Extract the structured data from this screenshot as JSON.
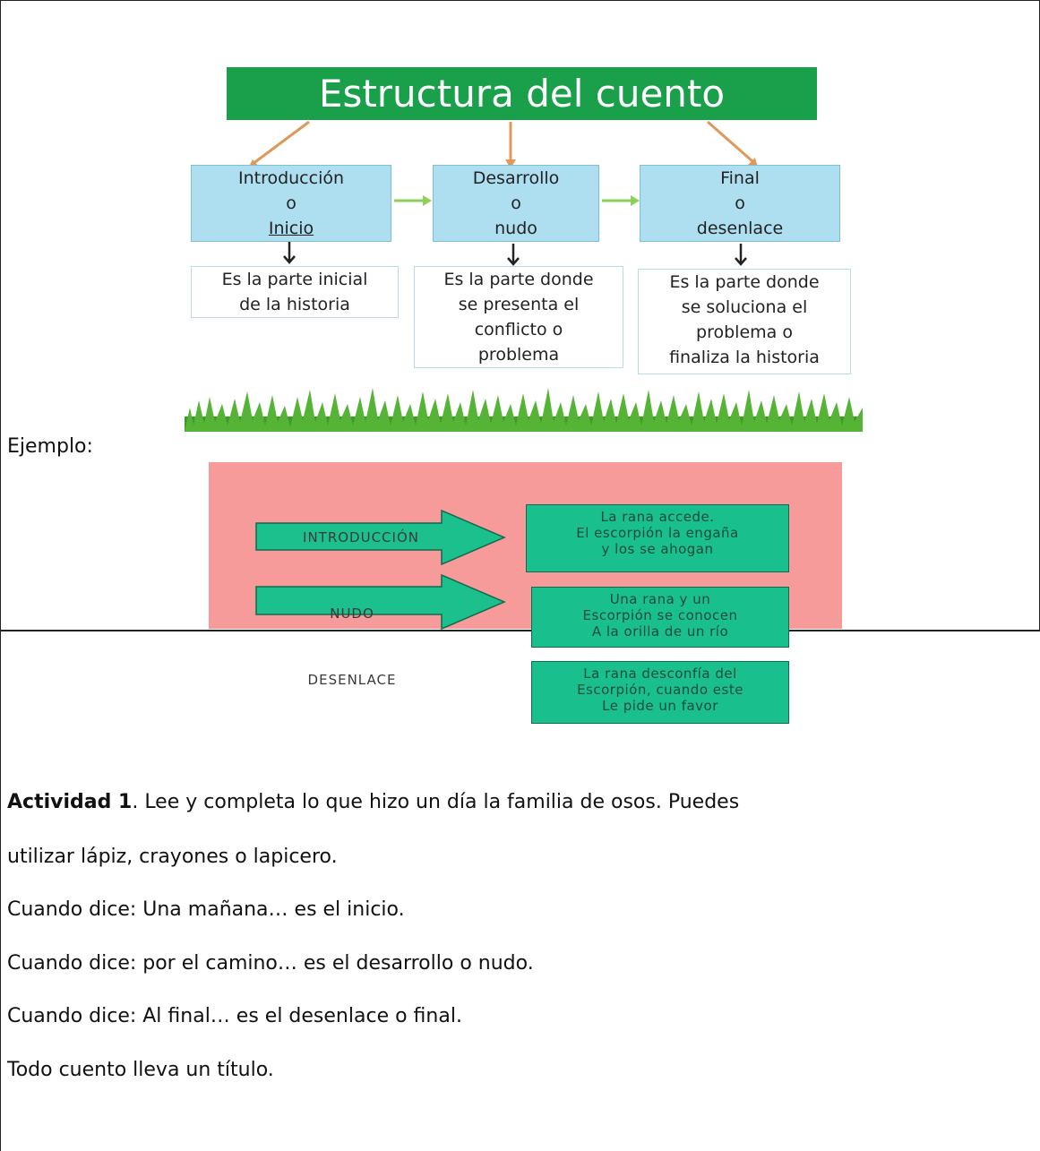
{
  "diagram": {
    "title": "Estructura del cuento",
    "parts": [
      {
        "lines": [
          "Introducción",
          "o",
          "Inicio"
        ],
        "desc": [
          "Es la parte inicial",
          "de la historia"
        ]
      },
      {
        "lines": [
          "Desarrollo",
          "o",
          "nudo"
        ],
        "desc": [
          "Es la parte donde",
          "se presenta el",
          "conflicto o",
          "problema"
        ]
      },
      {
        "lines": [
          "Final",
          "o",
          "desenlace"
        ],
        "desc": [
          "Es la parte donde",
          "se soluciona el",
          "problema o",
          "finaliza la historia"
        ]
      }
    ],
    "colors": {
      "title_bg": "#1aa04b",
      "box_bg": "#aedff0",
      "arrow_orange": "#e0975a",
      "arrow_green": "#8ccf5a"
    }
  },
  "ejemplo_label": "Ejemplo:",
  "example": {
    "rows": [
      {
        "arrow": "INTRODUCCIÓN",
        "text": [
          "La rana accede.",
          "El escorpión la engaña",
          "y los se ahogan"
        ]
      },
      {
        "arrow": "NUDO",
        "text": [
          "Una rana y un",
          "Escorpión se conocen",
          "A la orilla de un río"
        ]
      },
      {
        "arrow": "DESENLACE",
        "text": [
          "La rana desconfía del",
          "Escorpión, cuando este",
          "Le pide un favor"
        ]
      }
    ],
    "colors": {
      "bg": "#ff9f9f",
      "green": "#19c08e"
    }
  },
  "activity": {
    "label": "Actividad 1",
    "intro_rest": ". Lee y completa lo que hizo un día la familia de osos. Puedes",
    "intro_line2": "utilizar lápiz, crayones o lapicero.",
    "lines": [
      "Cuando dice: Una mañana… es el inicio.",
      "Cuando dice: por el camino… es el desarrollo o nudo.",
      "Cuando dice: Al final… es el desenlace o final.",
      "Todo cuento lleva un título."
    ]
  }
}
